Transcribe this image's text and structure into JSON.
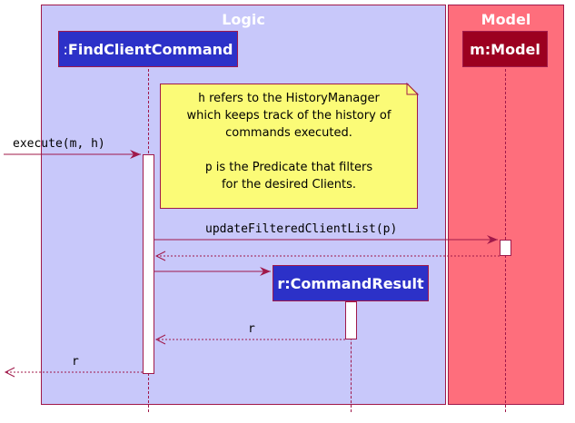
{
  "lanes": {
    "logic": {
      "title": "Logic",
      "color": "#c8c8fa"
    },
    "model": {
      "title": "Model",
      "color": "#fe6e7c"
    }
  },
  "participants": {
    "find_client_command": {
      "prefix": ":",
      "label": "FindClientCommand",
      "color": "#2c31c8"
    },
    "model": {
      "label": "m:Model",
      "color": "#9c0020"
    },
    "command_result": {
      "label": "r:CommandResult",
      "color": "#2c31c8"
    }
  },
  "messages": {
    "execute": "execute(m, h)",
    "update": "updateFilteredClientList(p)",
    "return_r1": "r",
    "return_r2": "r"
  },
  "note": {
    "line1_mono": "h",
    "line1_text": " refers to the HistoryManager",
    "line2": "which keeps track of the history of",
    "line3": "commands executed.",
    "line5_mono": "p",
    "line5_text": " is the Predicate that filters",
    "line6": "for the desired Clients."
  }
}
